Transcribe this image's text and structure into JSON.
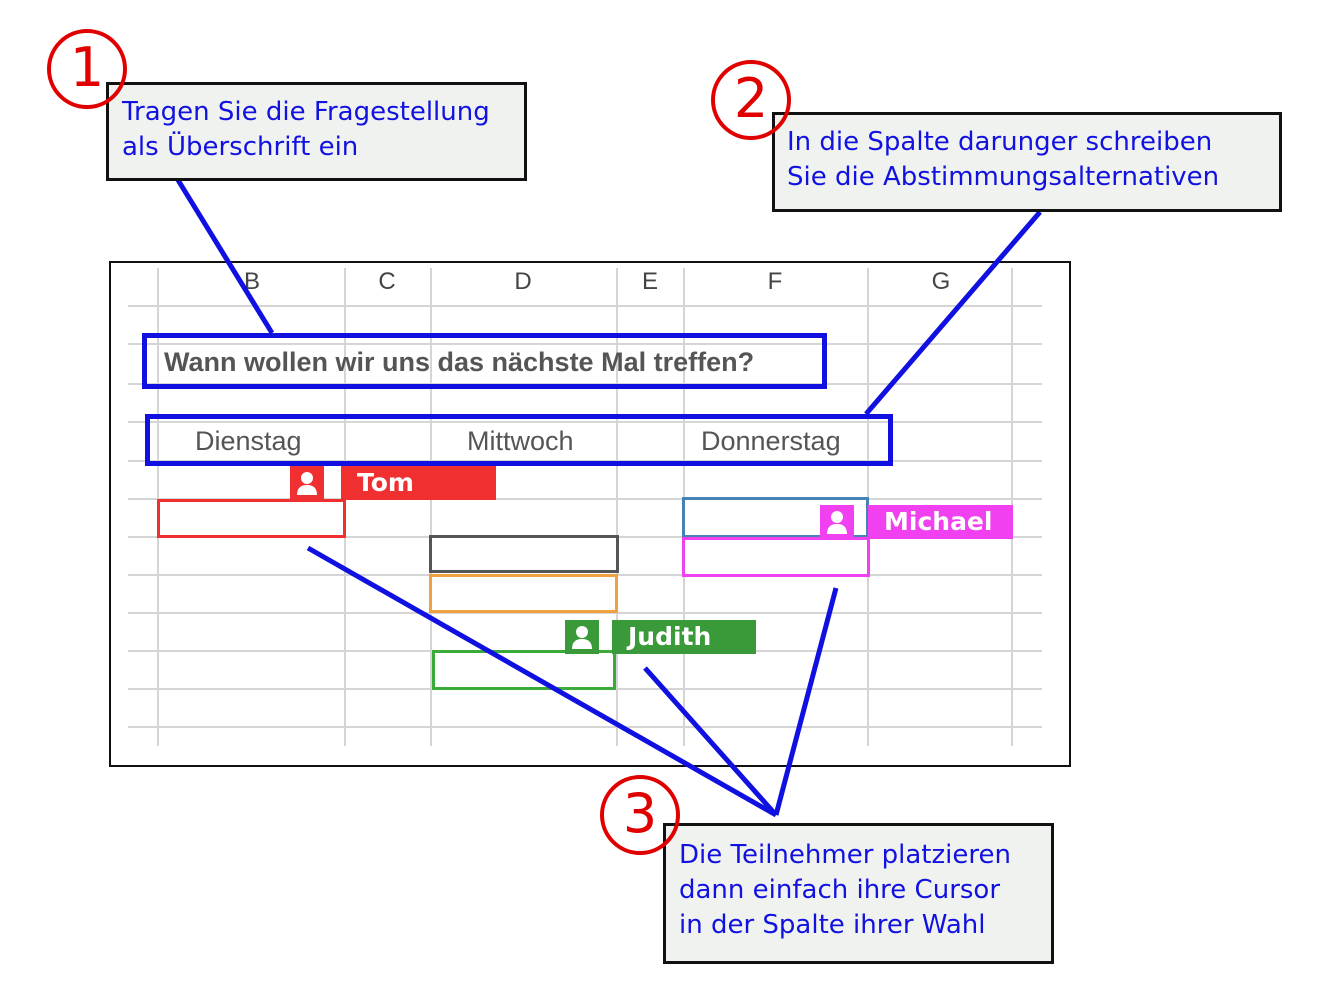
{
  "callouts": {
    "one": {
      "number": "1",
      "text_line1": "Tragen Sie die Fragestellung",
      "text_line2": "als Überschrift ein"
    },
    "two": {
      "number": "2",
      "text_line1": "In die Spalte darunger schreiben",
      "text_line2": "Sie die Abstimmungsalternativen"
    },
    "three": {
      "number": "3",
      "text_line1": "Die Teilnehmer platzieren",
      "text_line2": "dann einfach ihre Cursor",
      "text_line3": "in der Spalte ihrer Wahl"
    }
  },
  "spreadsheet": {
    "column_headers": [
      "B",
      "C",
      "D",
      "E",
      "F",
      "G"
    ],
    "question": "Wann wollen wir uns das nächste Mal treffen?",
    "options": [
      "Dienstag",
      "Mittwoch",
      "Donnerstag"
    ]
  },
  "participants": [
    {
      "name": "Tom",
      "color": "#f03030"
    },
    {
      "name": "Michael",
      "color": "#f040f0"
    },
    {
      "name": "Judith",
      "color": "#3a9a3a"
    }
  ],
  "colors": {
    "annotation_blue": "#1010e0",
    "number_red": "#e00000",
    "cursor_gray": "#555555",
    "cursor_orange": "#f0a040",
    "cursor_blue": "#4682b4"
  }
}
